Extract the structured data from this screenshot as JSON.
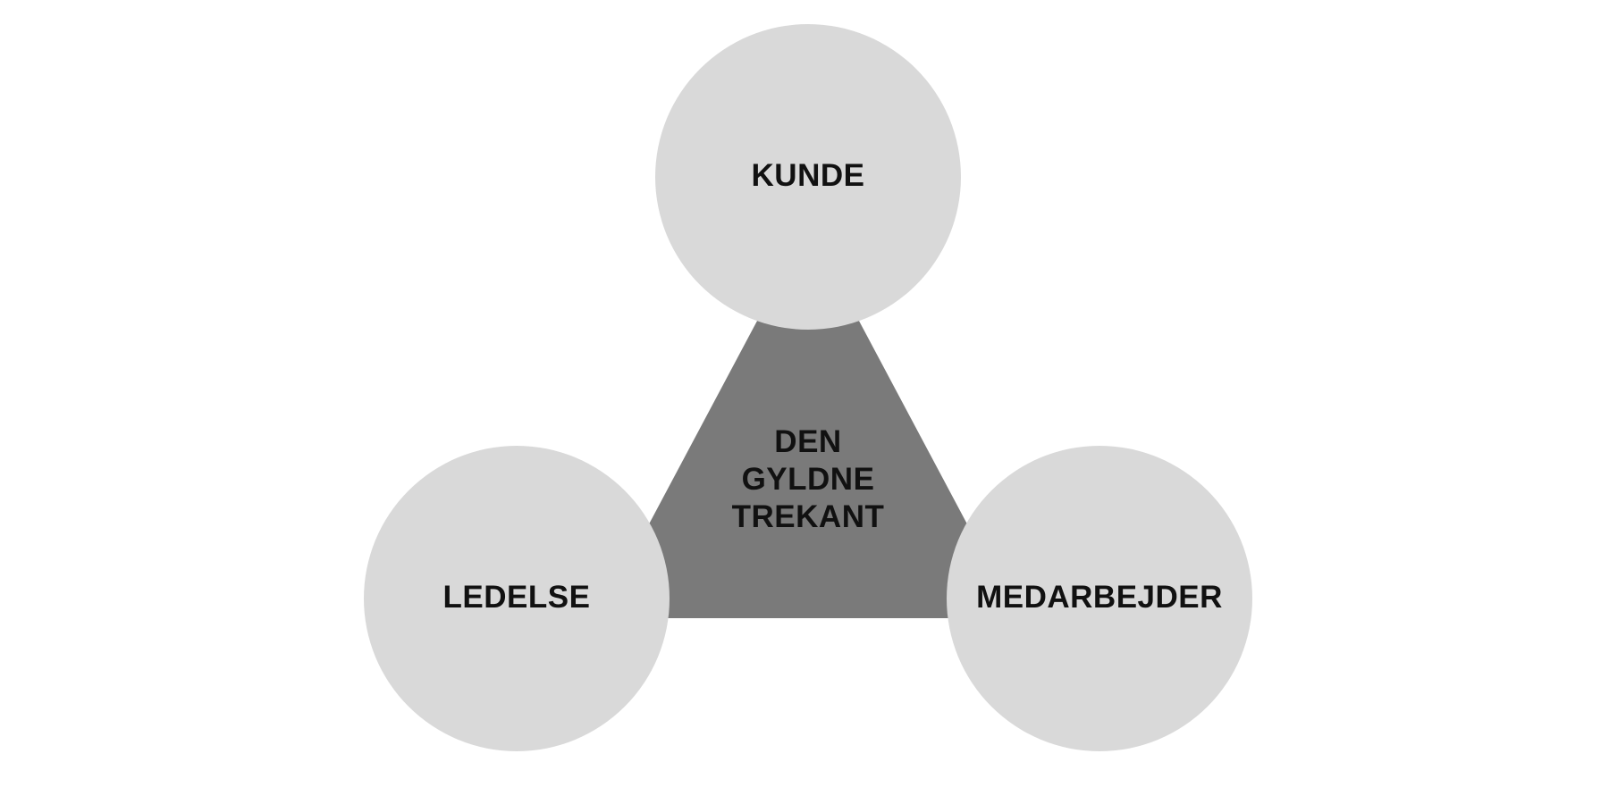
{
  "colors": {
    "background": "#ffffff",
    "circle_fill": "#d9d9d9",
    "triangle_fill": "#7a7a7a",
    "text": "#111111"
  },
  "nodes": {
    "top": {
      "label": "KUNDE"
    },
    "left": {
      "label": "LEDELSE"
    },
    "right": {
      "label": "MEDARBEJDER"
    }
  },
  "center": {
    "lines": [
      "DEN",
      "GYLDNE",
      "TREKANT"
    ]
  }
}
